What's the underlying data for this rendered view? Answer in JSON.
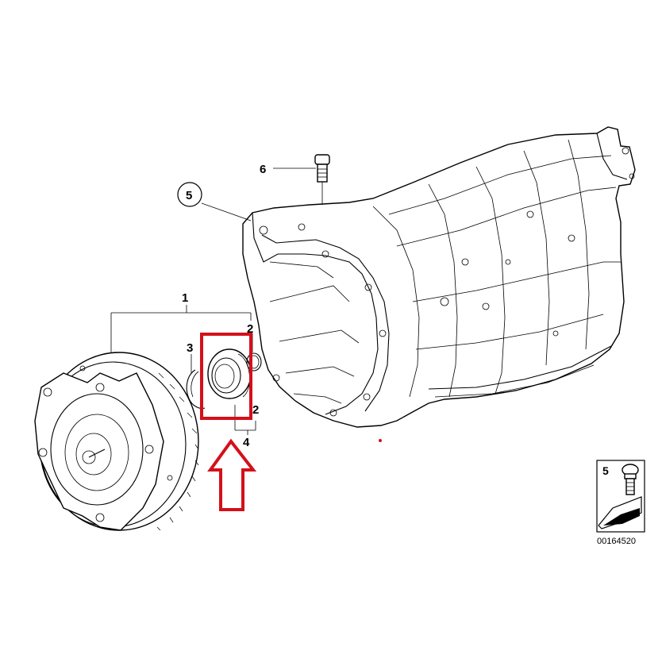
{
  "callouts": {
    "one": "1",
    "two_top": "2",
    "two_bottom": "2",
    "three": "3",
    "four": "4",
    "five": "5",
    "six": "6"
  },
  "legend_box": {
    "number": "5",
    "code": "00164520"
  },
  "highlight": {
    "box_color": "#d4101a",
    "arrow_color": "#d4101a"
  },
  "icons": [
    "torque-converter-icon",
    "transmission-housing-icon",
    "shaft-seal-icon",
    "circlip-icon",
    "o-ring-icon",
    "vent-plug-icon",
    "bolt-icon",
    "reference-arrow-icon"
  ]
}
